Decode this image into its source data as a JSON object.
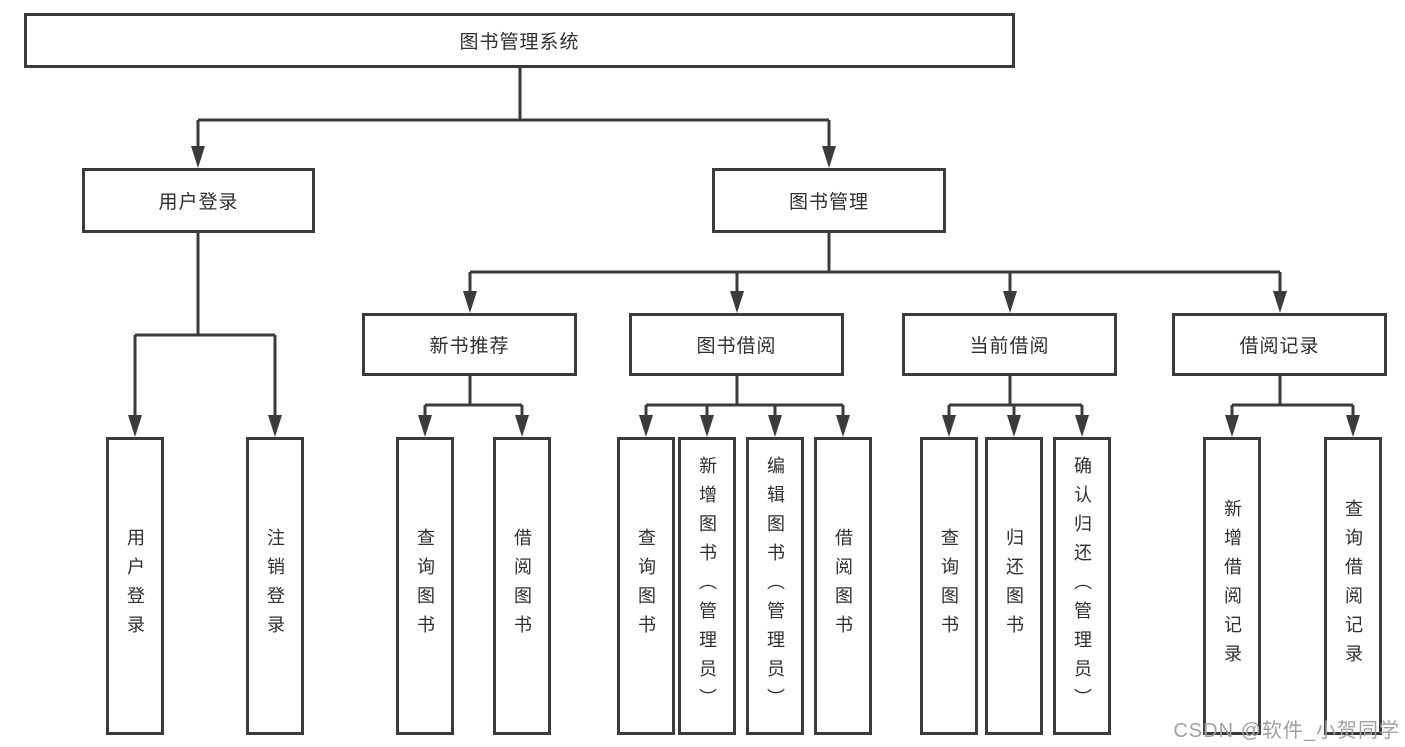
{
  "diagram": {
    "watermark": "CSDN @软件_小贺同学",
    "colors": {
      "line": "#3b3b3b",
      "box_border": "#3b3b3b",
      "text": "#2f2f2f",
      "watermark": "#a0a0a0",
      "background": "#ffffff"
    },
    "nodes": {
      "root": {
        "label": "图书管理系统"
      },
      "login": {
        "label": "用户登录"
      },
      "mgmt": {
        "label": "图书管理"
      },
      "recommend": {
        "label": "新书推荐"
      },
      "borrow": {
        "label": "图书借阅"
      },
      "current": {
        "label": "当前借阅"
      },
      "records": {
        "label": "借阅记录"
      },
      "login-user": {
        "label": "用户登录"
      },
      "login-logout": {
        "label": "注销登录"
      },
      "recommend-query": {
        "label": "查询图书"
      },
      "recommend-borrow": {
        "label": "借阅图书"
      },
      "borrow-query": {
        "label": "查询图书"
      },
      "borrow-add": {
        "label": "新增图书（管理员）"
      },
      "borrow-edit": {
        "label": "编辑图书（管理员）"
      },
      "borrow-borrow": {
        "label": "借阅图书"
      },
      "current-query": {
        "label": "查询图书"
      },
      "current-return": {
        "label": "归还图书"
      },
      "current-confirm": {
        "label": "确认归还（管理员）"
      },
      "records-add": {
        "label": "新增借阅记录"
      },
      "records-query": {
        "label": "查询借阅记录"
      }
    }
  }
}
